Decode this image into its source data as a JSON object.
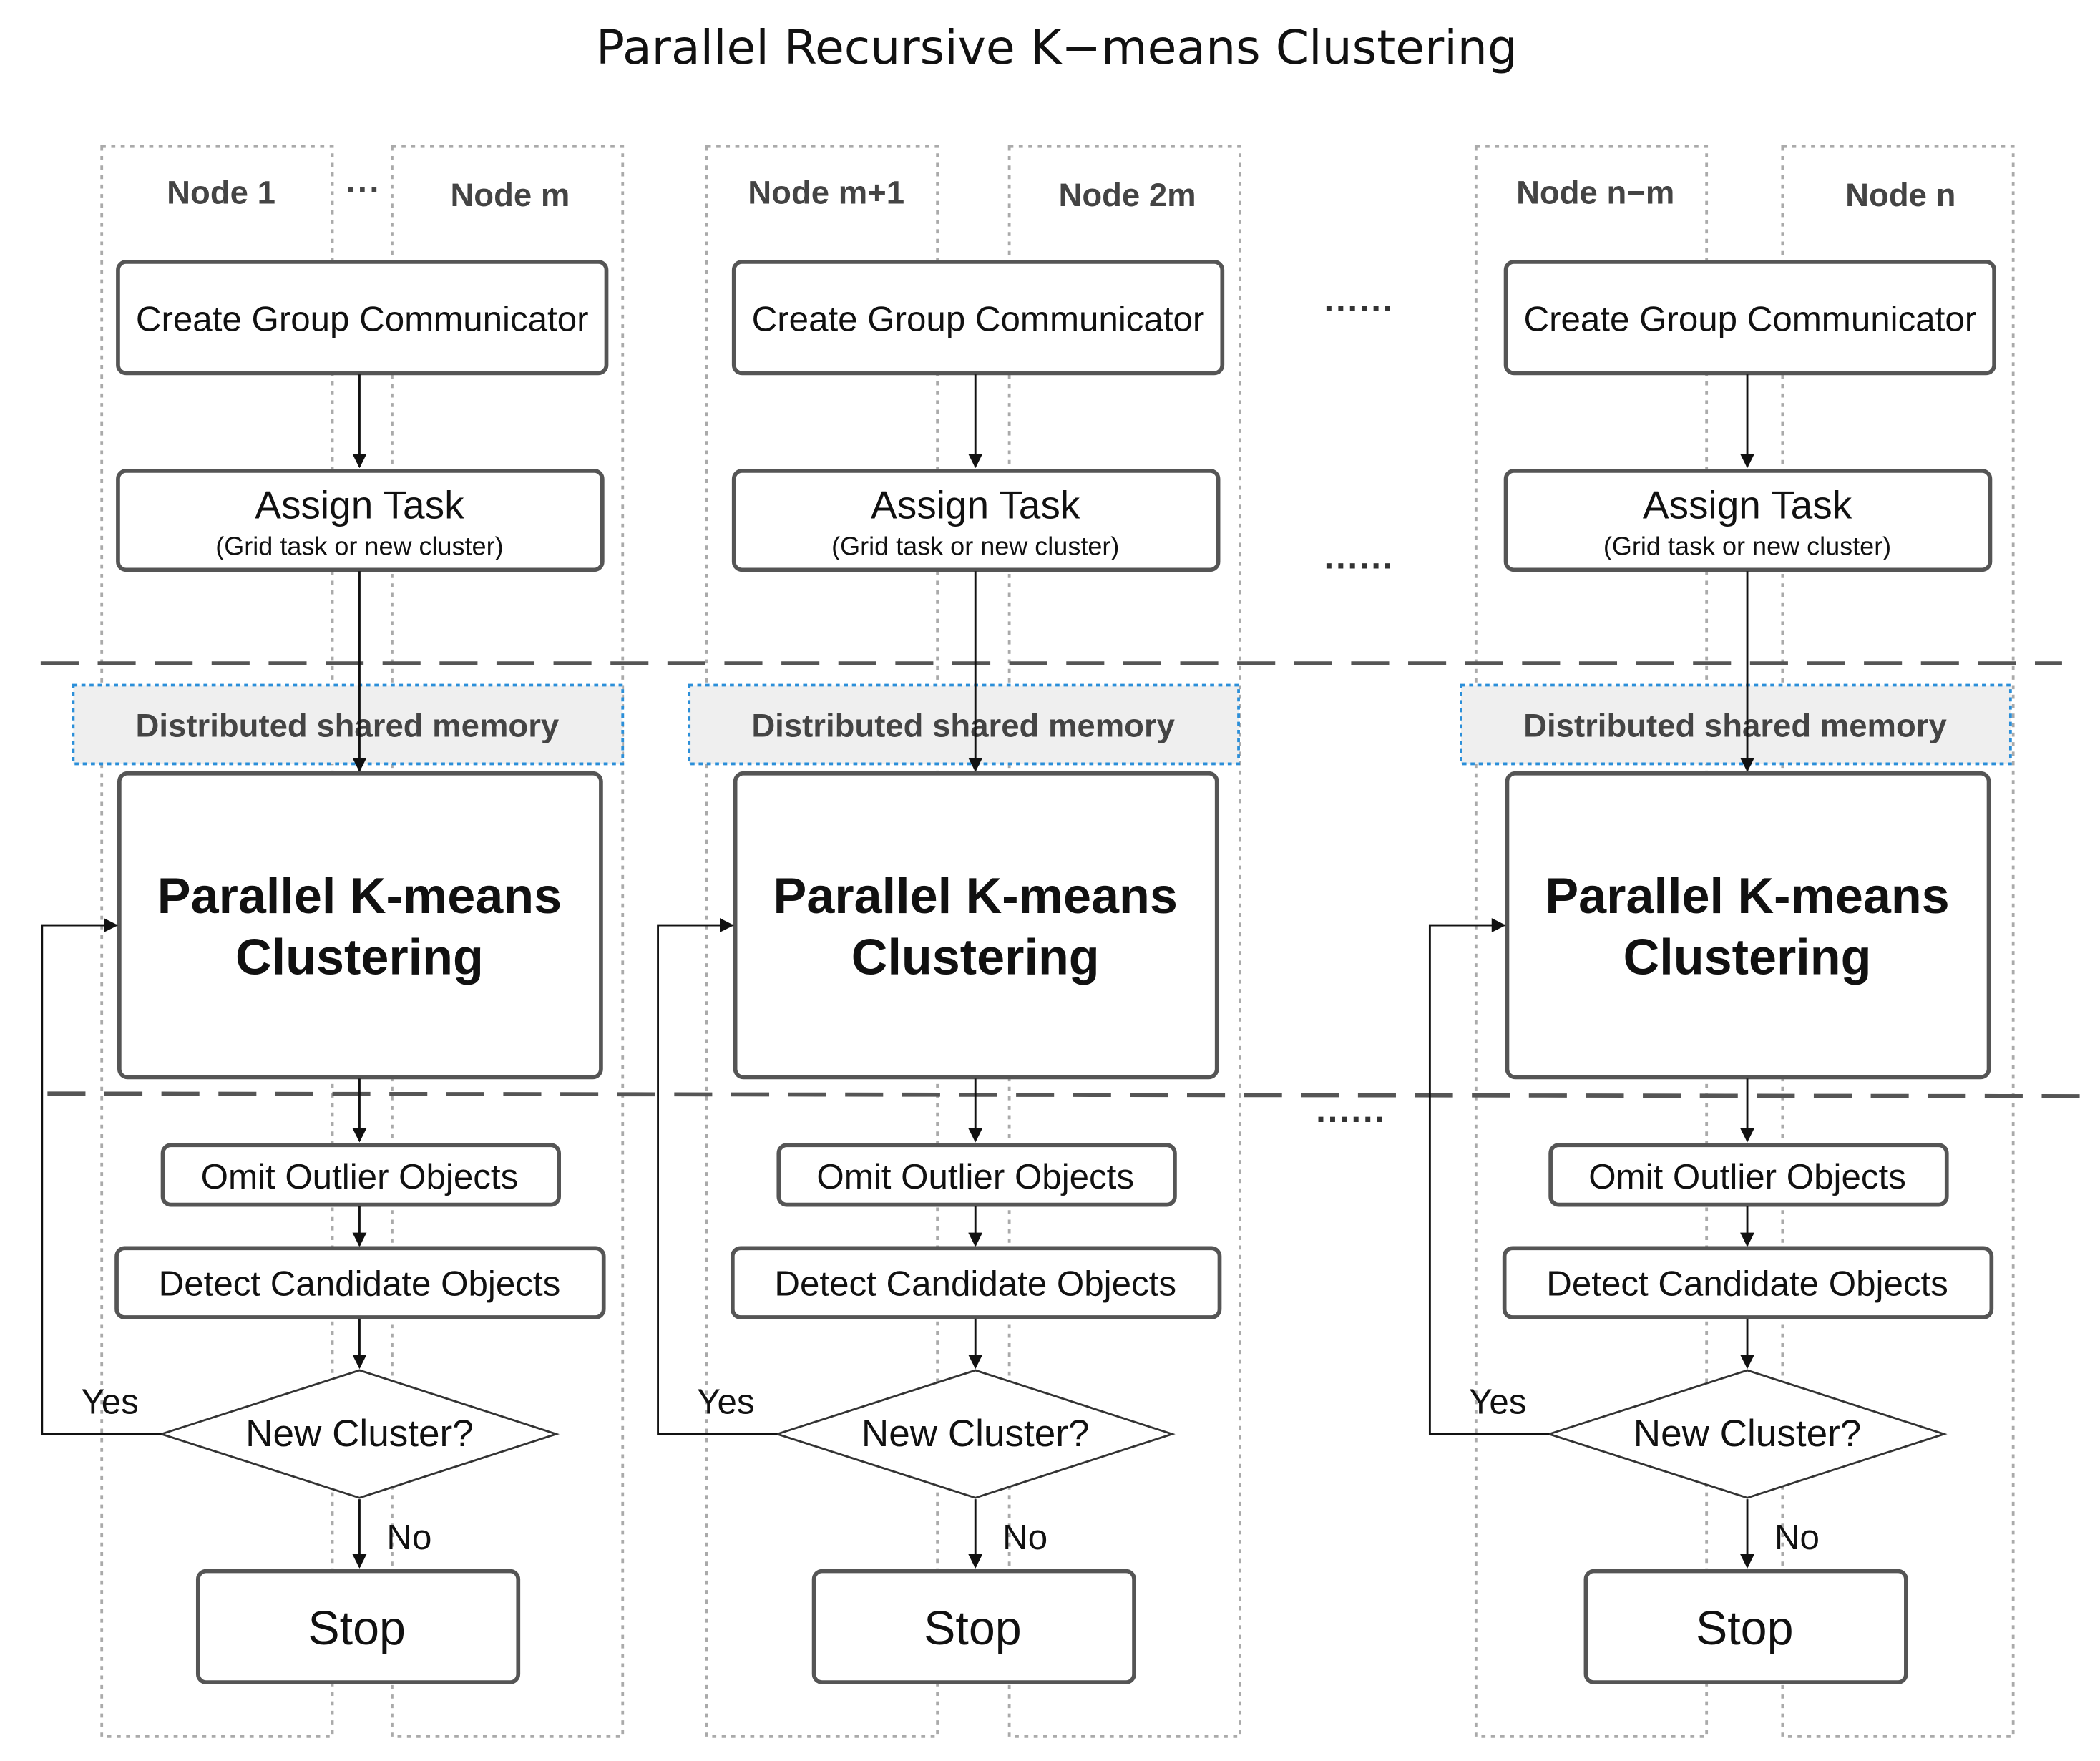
{
  "title": "Parallel Recursive K−means Clustering",
  "groups": [
    {
      "node_left": "Node 1",
      "node_right": "Node m",
      "between_nodes": "⋯",
      "create_label": "Create Group Communicator",
      "assign_label": "Assign Task",
      "assign_sub": "(Grid task or new cluster)",
      "memory_label": "Distributed shared memory",
      "kmeans_line1": "Parallel  K-means",
      "kmeans_line2": "Clustering",
      "omit_label": "Omit Outlier Objects",
      "detect_label": "Detect Candidate Objects",
      "decision_label": "New Cluster?",
      "yes_label": "Yes",
      "no_label": "No",
      "stop_label": "Stop"
    },
    {
      "node_left": "Node m+1",
      "node_right": "Node 2m",
      "between_nodes": "",
      "create_label": "Create Group Communicator",
      "assign_label": "Assign Task",
      "assign_sub": "(Grid task or new cluster)",
      "memory_label": "Distributed shared memory",
      "kmeans_line1": "Parallel  K-means",
      "kmeans_line2": "Clustering",
      "omit_label": "Omit Outlier Objects",
      "detect_label": "Detect Candidate Objects",
      "decision_label": "New Cluster?",
      "yes_label": "Yes",
      "no_label": "No",
      "stop_label": "Stop"
    },
    {
      "node_left": "Node n−m",
      "node_right": "Node n",
      "between_nodes": "",
      "create_label": "Create Group Communicator",
      "assign_label": "Assign Task",
      "assign_sub": "(Grid task or new cluster)",
      "memory_label": "Distributed shared memory",
      "kmeans_line1": "Parallel  K-means",
      "kmeans_line2": "Clustering",
      "omit_label": "Omit Outlier Objects",
      "detect_label": "Detect Candidate Objects",
      "decision_label": "New Cluster?",
      "yes_label": "Yes",
      "no_label": "No",
      "stop_label": "Stop"
    }
  ],
  "ellipsis": [
    "······",
    "······",
    "······"
  ],
  "colors": {
    "box_border": "#555555",
    "node_border": "#aaaaaa",
    "memory_border": "#2b8fd9",
    "memory_fill": "#efefef",
    "dashed_separator": "#555555",
    "text": "#111111",
    "node_text": "#444444"
  }
}
